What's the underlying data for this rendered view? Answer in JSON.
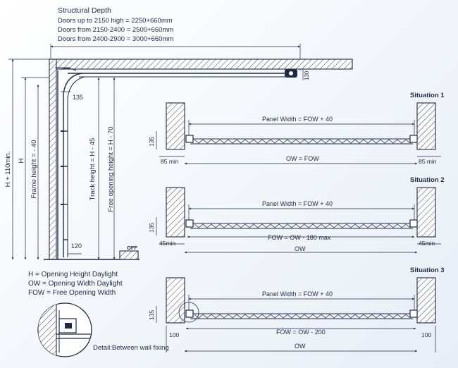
{
  "side_view": {
    "structural_depth": {
      "title": "Structural Depth",
      "lines": [
        "Doors up to 2150 high = 2250+660mm",
        "Doors from 2150-2400 = 2500+660mm",
        "Doors from 2400-2900 = 3000+660mm"
      ]
    },
    "dim_130": "130",
    "dim_135": "135",
    "dim_120": "120",
    "label_h110": "H + 110min.",
    "label_h": "H",
    "label_frame": "Frame height = - 40",
    "label_track": "Track height = H - 45",
    "label_free": "Free opening height = H - 70",
    "ofv": "OFF"
  },
  "legend": [
    "H = Opening Height Daylight",
    "OW = Opening Width Daylight",
    "FOW = Free Opening Width"
  ],
  "detail_caption": "Detail:Between wall fixing",
  "situations": [
    {
      "title": "Situation 1",
      "panel_width": "Panel Width = FOW + 40",
      "left_min": "85 min",
      "right_min": "85 min",
      "depth": "135",
      "bottom_label": "OW = FOW",
      "fow_label": ""
    },
    {
      "title": "Situation 2",
      "panel_width": "Panel Width = FOW + 40",
      "left_min": "45min",
      "right_min": "45min",
      "depth": "135",
      "bottom_label": "OW",
      "fow_label": "FOW = OW - 180 max"
    },
    {
      "title": "Situation 3",
      "panel_width": "Panel Width = FOW + 40",
      "left_min": "100",
      "right_min": "100",
      "depth": "135",
      "bottom_label": "OW",
      "fow_label": "FOW = OW - 200"
    }
  ]
}
